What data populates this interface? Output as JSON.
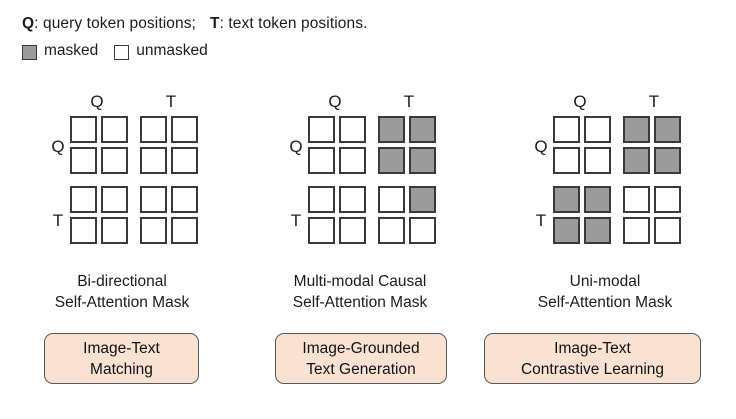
{
  "legend": {
    "q_key": "Q",
    "q_text": ": query token positions;",
    "t_key": "T",
    "t_text": ": text token positions.",
    "masked_label": "masked",
    "unmasked_label": "unmasked",
    "masked_color": "#9b9b9b",
    "unmasked_color": "#ffffff",
    "border_color": "#3a3a3a"
  },
  "axis": {
    "col_q": "Q",
    "col_t": "T",
    "row_q": "Q",
    "row_t": "T"
  },
  "colors": {
    "masked": "#9b9b9b",
    "unmasked": "#ffffff",
    "cell_border": "#3a3a3a",
    "pill_fill": "#fae2d2",
    "pill_border": "#585858",
    "text": "#1c1c1c"
  },
  "panels": [
    {
      "caption_line1": "Bi-directional",
      "caption_line2": "Self-Attention Mask",
      "quadrants": {
        "qq": [
          0,
          0,
          0,
          0
        ],
        "qt": [
          0,
          0,
          0,
          0
        ],
        "tq": [
          0,
          0,
          0,
          0
        ],
        "tt": [
          0,
          0,
          0,
          0
        ]
      }
    },
    {
      "caption_line1": "Multi-modal Causal",
      "caption_line2": "Self-Attention Mask",
      "quadrants": {
        "qq": [
          0,
          0,
          0,
          0
        ],
        "qt": [
          1,
          1,
          1,
          1
        ],
        "tq": [
          0,
          0,
          0,
          0
        ],
        "tt": [
          0,
          1,
          0,
          0
        ]
      }
    },
    {
      "caption_line1": "Uni-modal",
      "caption_line2": "Self-Attention Mask",
      "quadrants": {
        "qq": [
          0,
          0,
          0,
          0
        ],
        "qt": [
          1,
          1,
          1,
          1
        ],
        "tq": [
          1,
          1,
          1,
          1
        ],
        "tt": [
          0,
          0,
          0,
          0
        ]
      }
    }
  ],
  "pills": [
    {
      "line1": "Image-Text",
      "line2": "Matching"
    },
    {
      "line1": "Image-Grounded",
      "line2": "Text Generation"
    },
    {
      "line1": "Image-Text",
      "line2": "Contrastive Learning"
    }
  ]
}
